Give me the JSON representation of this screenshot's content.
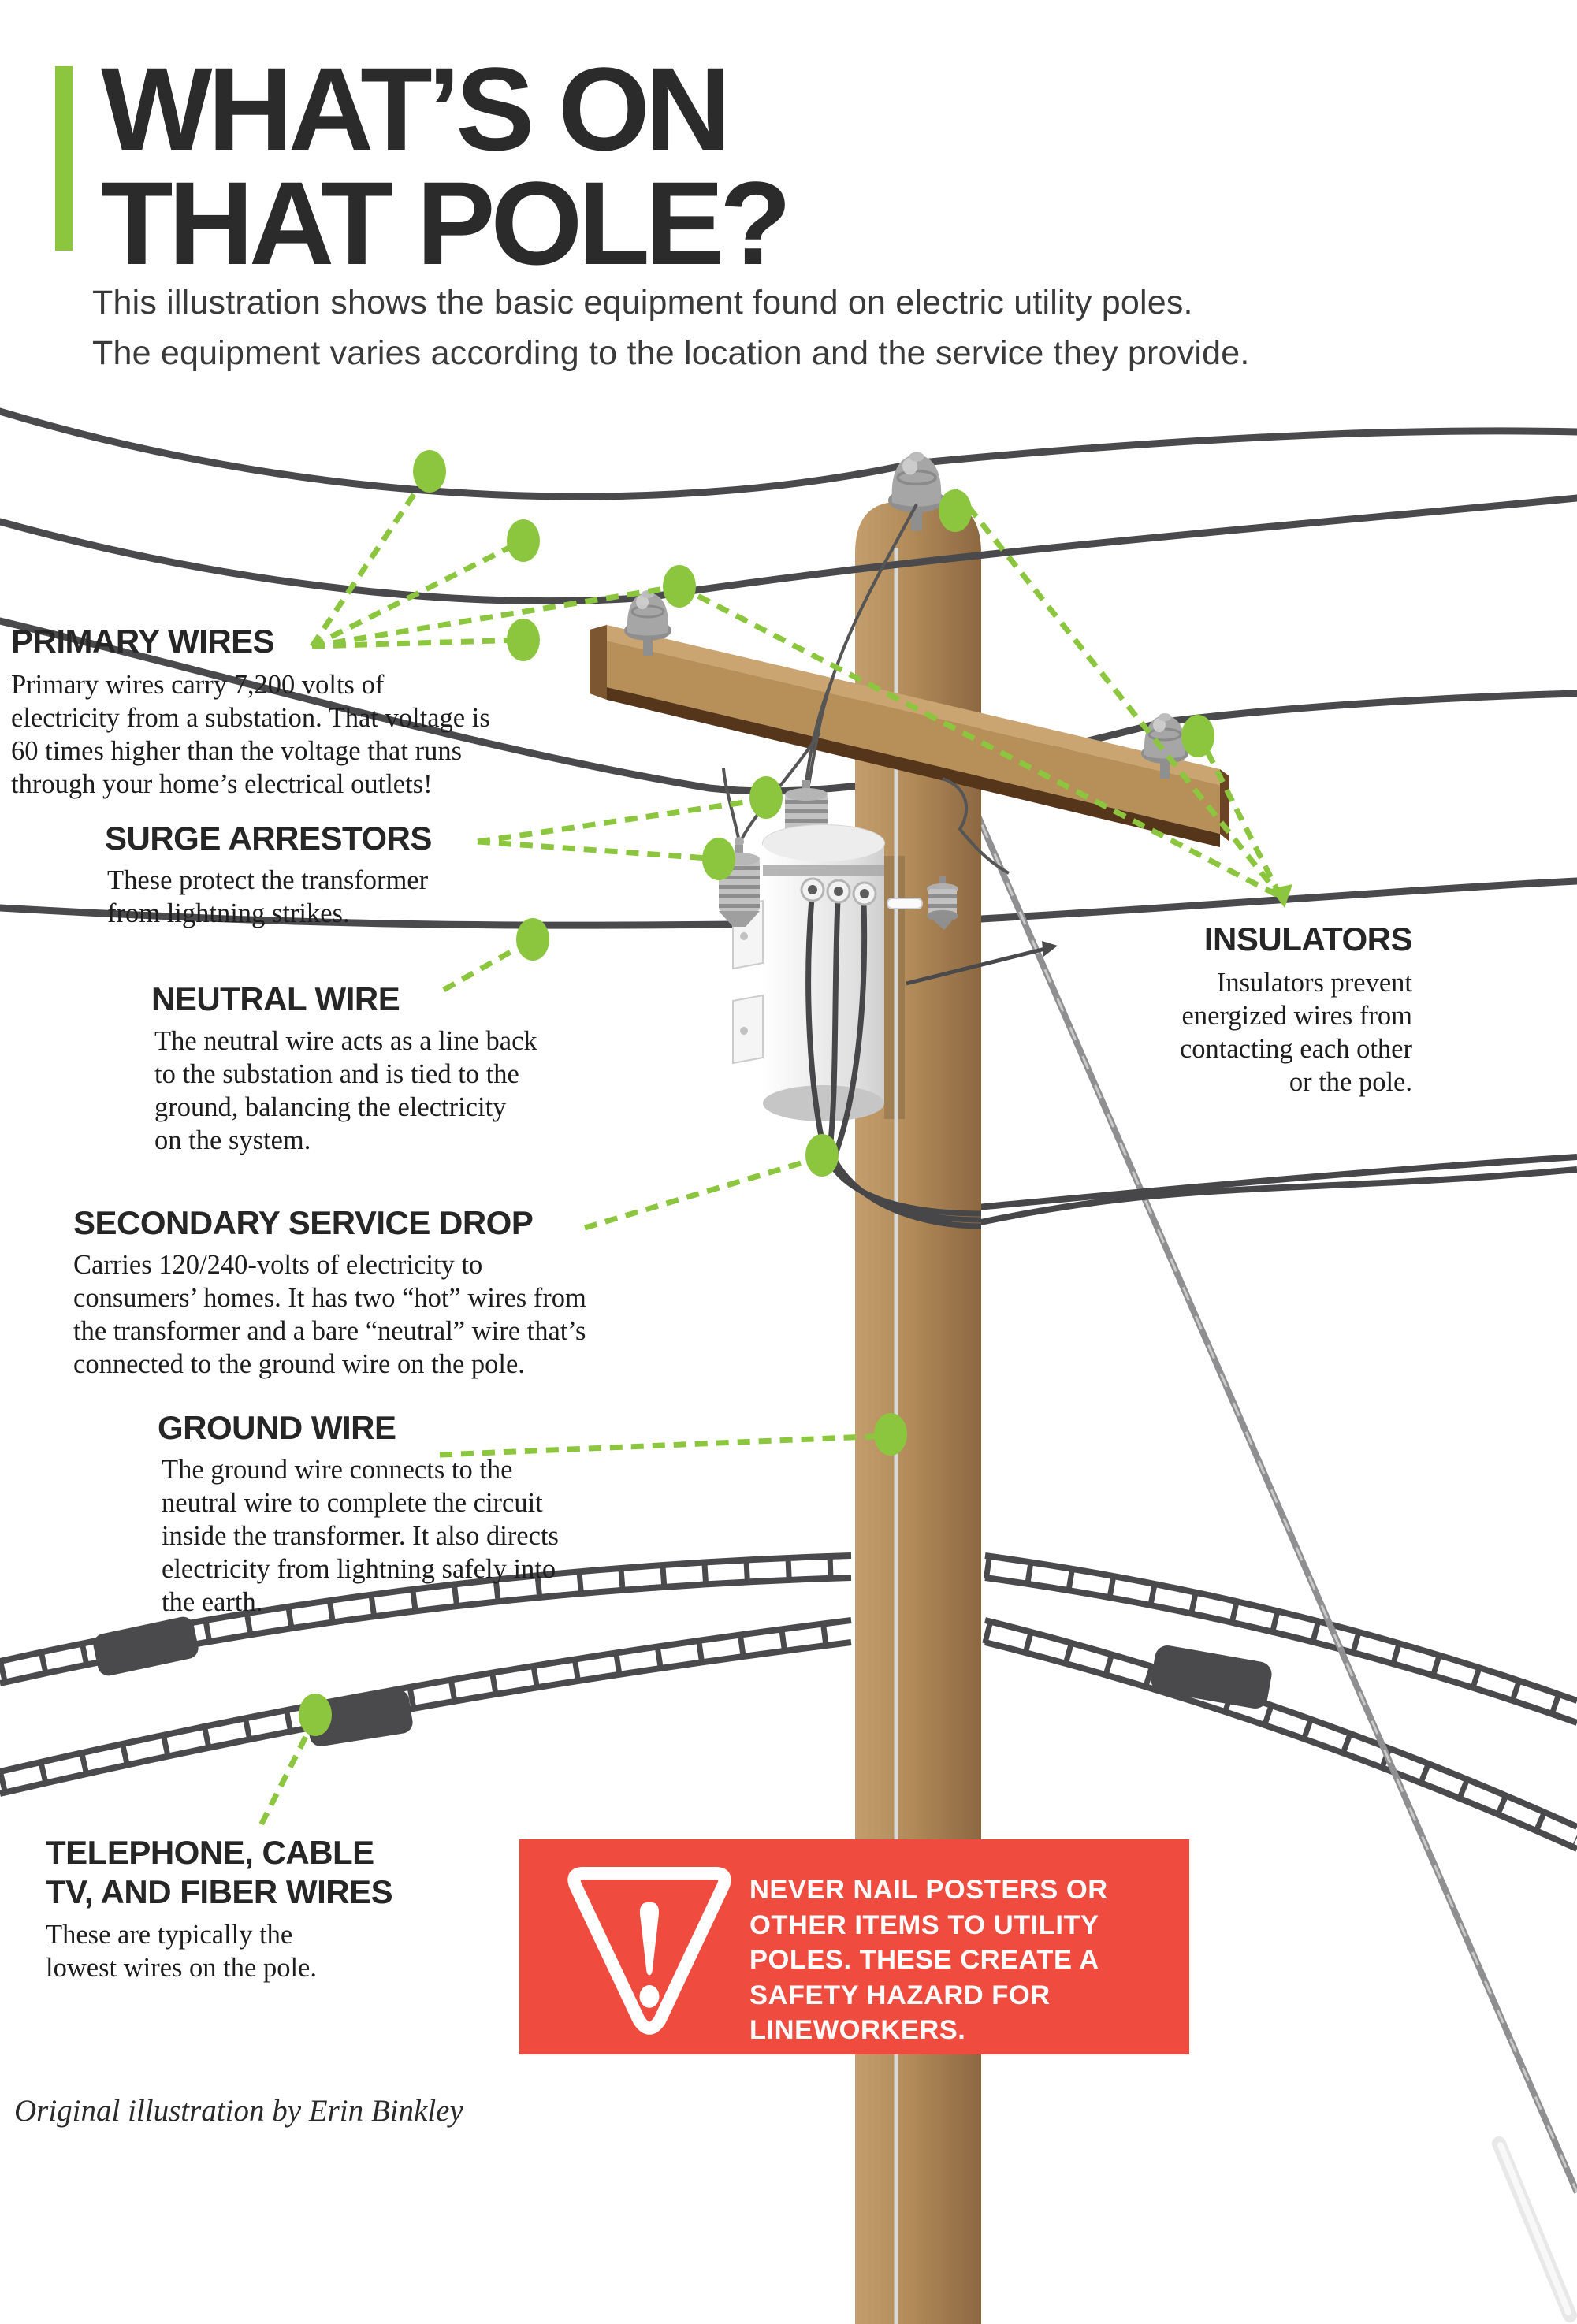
{
  "accent_color": "#8CC63E",
  "warning_color": "#EF4B3F",
  "header": {
    "title_line1": "WHAT’S ON",
    "title_line2": "THAT POLE?",
    "subtitle_line1": "This illustration shows the basic equipment found on electric utility poles.",
    "subtitle_line2": "The equipment varies according to the location and the service they provide."
  },
  "labels": {
    "primary_wires": {
      "title": "PRIMARY WIRES",
      "body": [
        "Primary wires carry 7,200 volts of",
        "electricity from a substation. That voltage is",
        "60 times higher than the voltage that runs",
        "through your home’s electrical outlets!"
      ]
    },
    "surge_arrestors": {
      "title": "SURGE ARRESTORS",
      "body": [
        "These protect the transformer",
        "from lightning strikes."
      ]
    },
    "neutral_wire": {
      "title": "NEUTRAL WIRE",
      "body": [
        "The neutral wire acts as a line back",
        "to the substation and is tied to the",
        "ground, balancing the electricity",
        "on the system."
      ]
    },
    "insulators": {
      "title": "INSULATORS",
      "body": [
        "Insulators prevent",
        "energized wires from",
        "contacting each other",
        "or the pole."
      ]
    },
    "secondary_service_drop": {
      "title": "SECONDARY SERVICE DROP",
      "body": [
        "Carries 120/240-volts of electricity to",
        "consumers’ homes. It has two “hot” wires from",
        "the transformer and a bare “neutral” wire that’s",
        "connected to the ground wire on the pole."
      ]
    },
    "ground_wire": {
      "title": "GROUND WIRE",
      "body": [
        "The ground wire connects to the",
        "neutral wire to complete the circuit",
        "inside the transformer. It also directs",
        "electricity from lightning safely into",
        "the earth."
      ]
    },
    "telephone": {
      "title_line1": "TELEPHONE, CABLE",
      "title_line2": "TV, AND FIBER WIRES",
      "body": [
        "These are typically the",
        "lowest wires on the pole."
      ]
    }
  },
  "warning": {
    "lines": [
      "NEVER NAIL POSTERS OR",
      "OTHER ITEMS TO UTILITY",
      "POLES. THESE CREATE A",
      "SAFETY HAZARD FOR",
      "LINEWORKERS."
    ]
  },
  "credit": "Original illustration by Erin Binkley"
}
